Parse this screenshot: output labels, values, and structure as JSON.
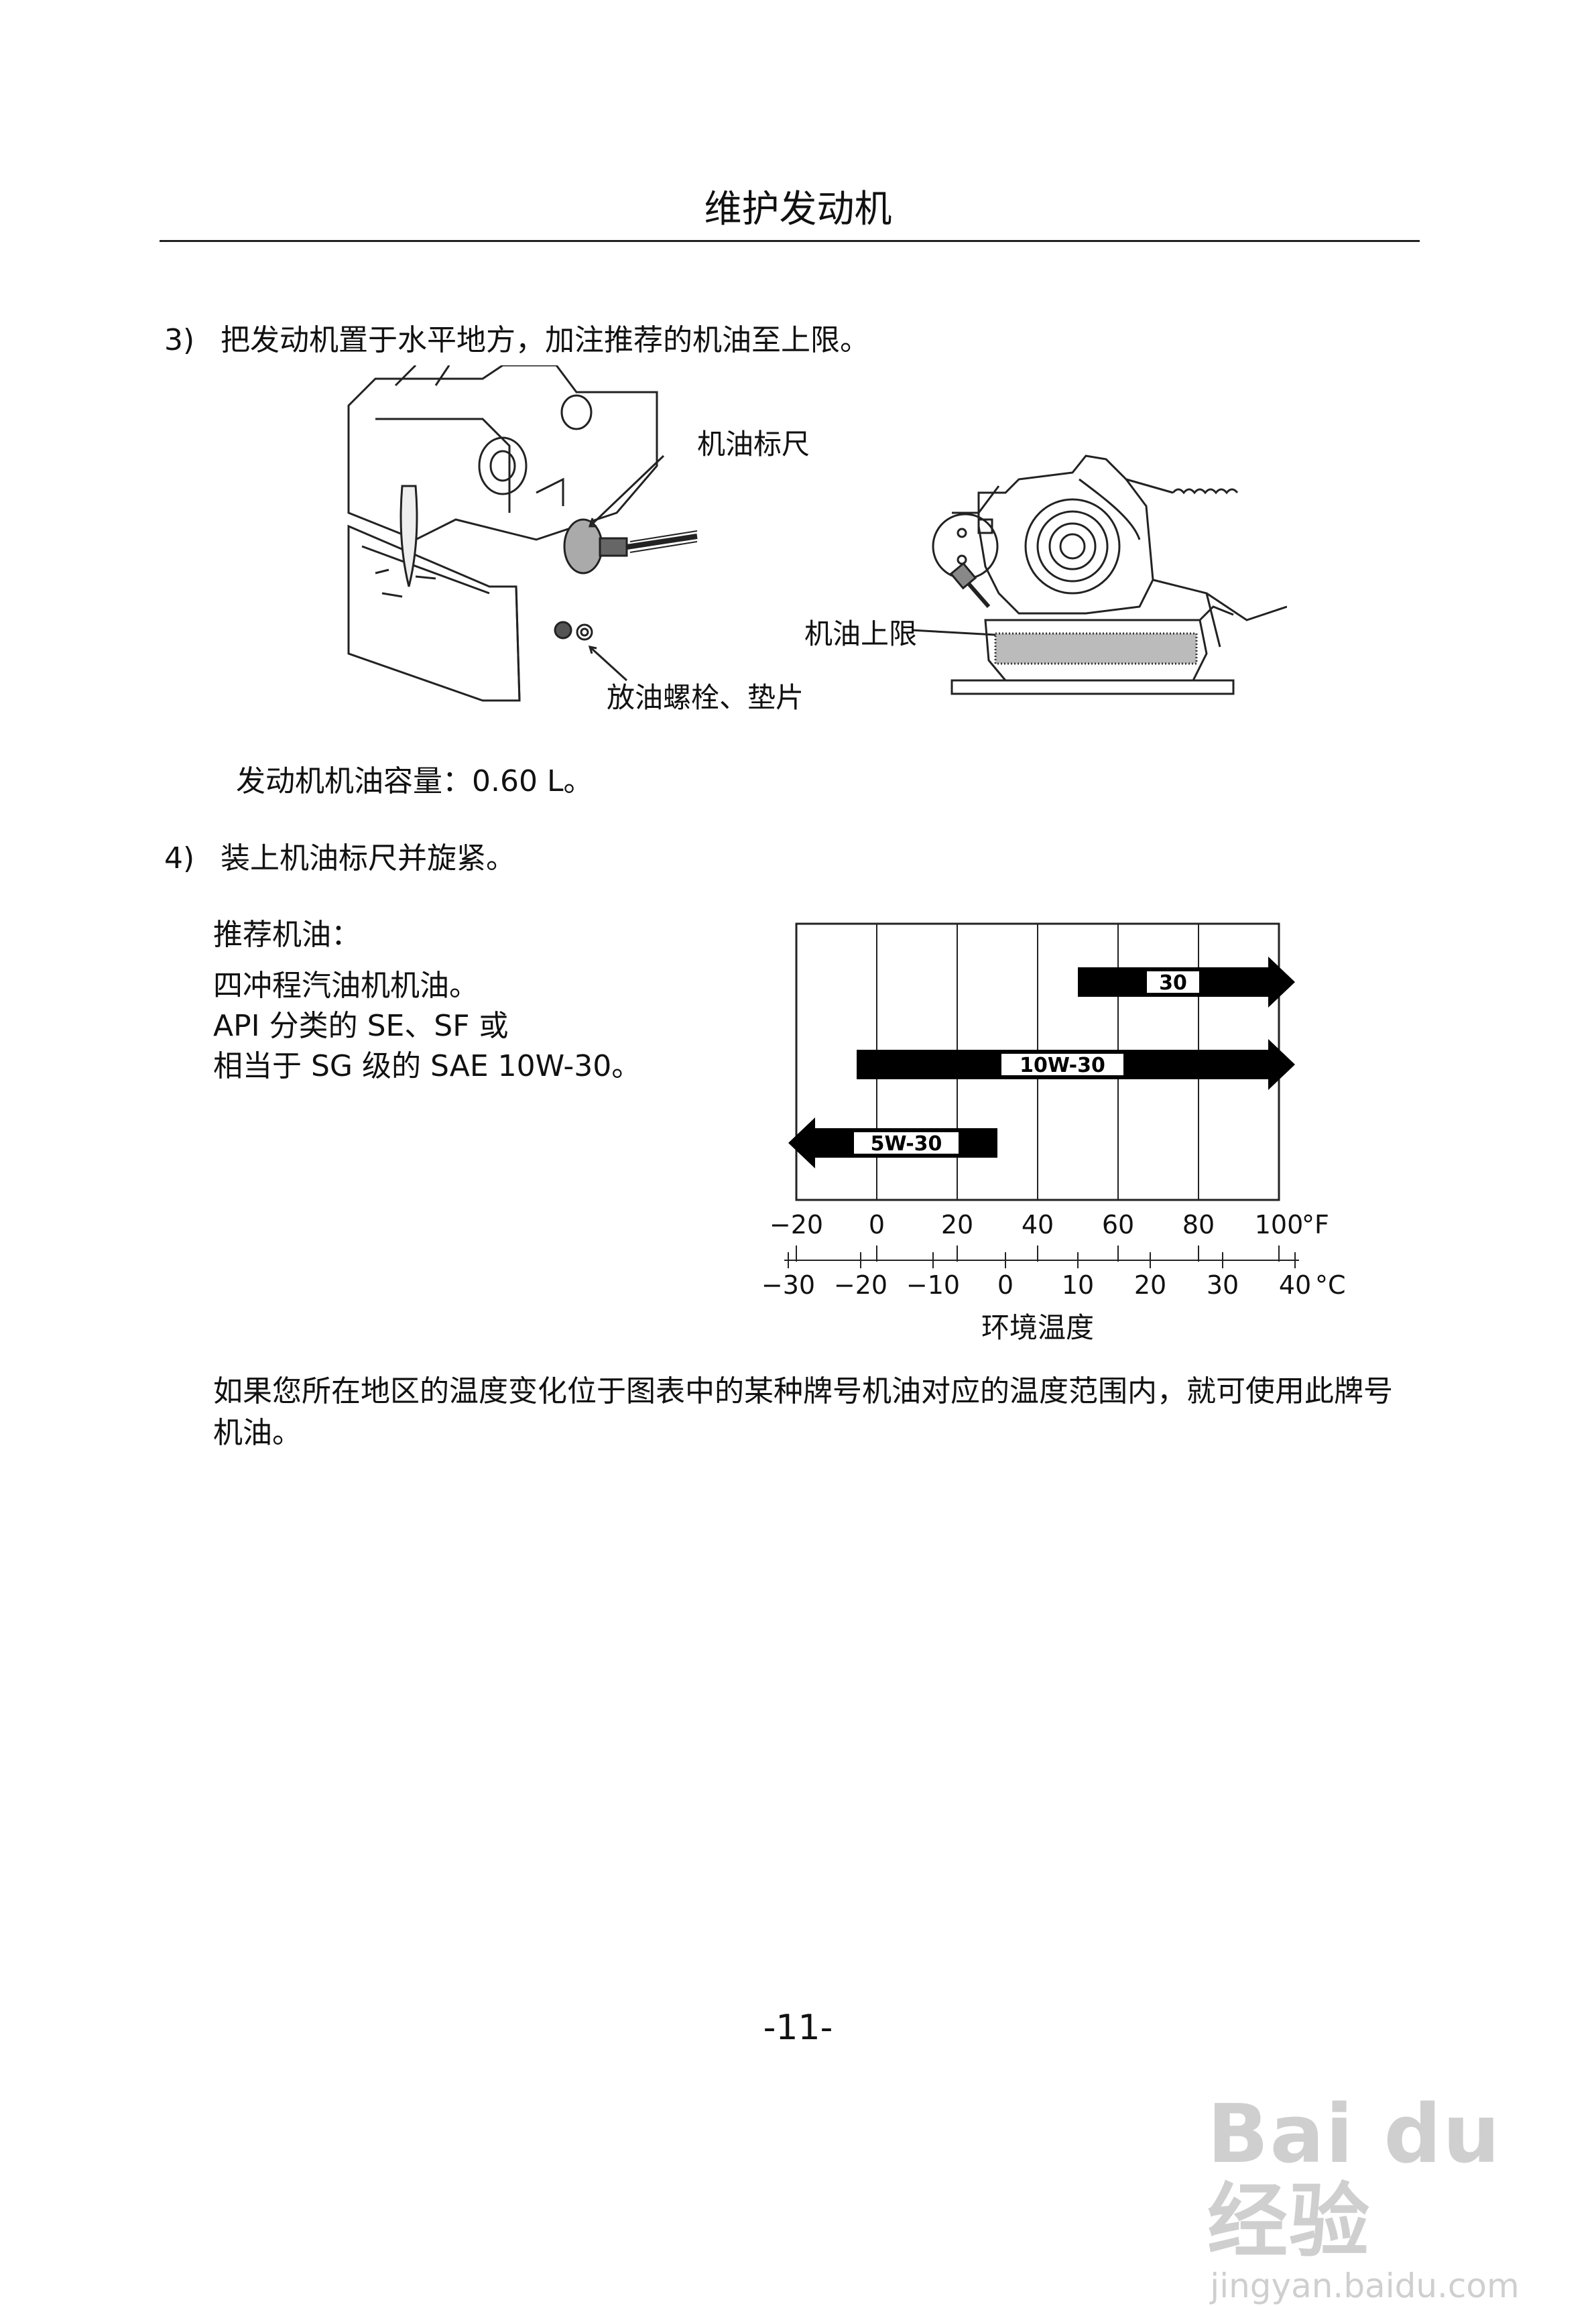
{
  "header": {
    "title": "维护发动机"
  },
  "step3": {
    "number": "3)",
    "text": "把发动机置于水平地方，加注推荐的机油至上限。",
    "callouts": {
      "dipstick": "机油标尺",
      "drain": "放油螺栓、垫片",
      "upper_limit": "机油上限"
    },
    "capacity": "发动机机油容量：0.60 L。"
  },
  "step4": {
    "number": "4)",
    "text": "装上机油标尺并旋紧。"
  },
  "recommend": {
    "heading": "推荐机油：",
    "lines": [
      "四冲程汽油机机油。",
      "API 分类的 SE、SF 或",
      "相当于 SG 级的 SAE 10W-30。"
    ]
  },
  "chart_data": {
    "type": "bar",
    "series": [
      {
        "name": "30",
        "f_start": 50,
        "f_end": 104,
        "extends": "right"
      },
      {
        "name": "10W-30",
        "f_start": -5,
        "f_end": 104,
        "extends": "right"
      },
      {
        "name": "5W-30",
        "f_start": -22,
        "f_end": 30,
        "extends": "left"
      }
    ],
    "f_ticks": [
      "−20",
      "0",
      "20",
      "40",
      "60",
      "80",
      "100"
    ],
    "f_unit": "°F",
    "c_ticks": [
      "−30",
      "−20",
      "−10",
      "0",
      "10",
      "20",
      "30",
      "40"
    ],
    "c_unit": "°C",
    "xlabel": "环境温度",
    "xlim_f": [
      -20,
      100
    ]
  },
  "closing": "如果您所在地区的温度变化位于图表中的某种牌号机油对应的温度范围内，就可使用此牌号机油。",
  "page_number": "-11-",
  "watermark": {
    "logo": "Bai du 经验",
    "url": "jingyan.baidu.com"
  }
}
